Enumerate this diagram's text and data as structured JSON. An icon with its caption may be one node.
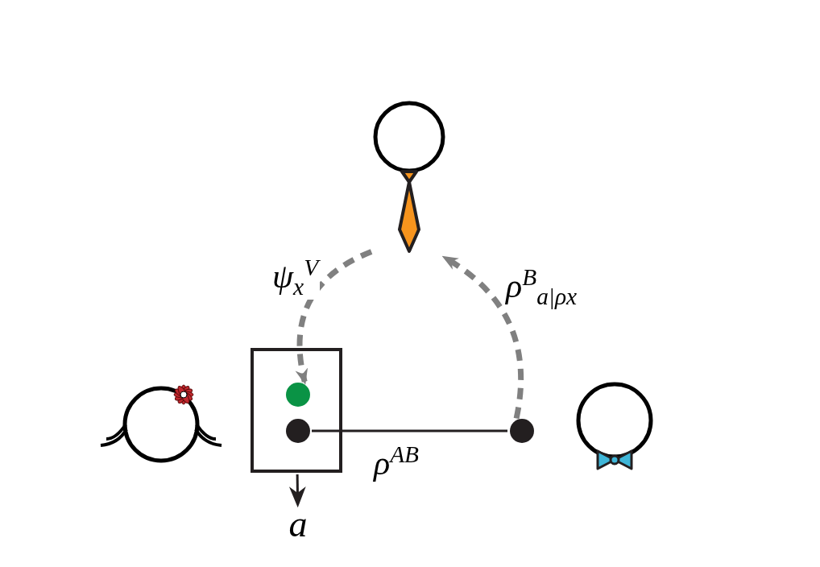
{
  "diagram": {
    "nodes": [
      {
        "text": [],
        "shape": "person"
      },
      {
        "text": [],
        "shape": "person"
      },
      {
        "text": [],
        "shape": "box"
      },
      {
        "text": [],
        "shape": "circle",
        "in": 2
      },
      {
        "text": [],
        "shape": "circle",
        "in": 2
      },
      {
        "text": [],
        "shape": "circle"
      },
      {
        "text": [],
        "shape": "person"
      },
      {
        "text": [
          "a"
        ]
      }
    ],
    "edges": [
      {
        "from": 0,
        "to": 3,
        "arrow": "to",
        "label": "ψ$_{x}$$^{V}$",
        "style": "dashed",
        "color": "#808080"
      },
      {
        "from": 5,
        "to": 0,
        "arrow": "to",
        "label": "ρ$^{B}$$_{a|ρx}$",
        "style": "dashed",
        "color": "#808080"
      },
      {
        "from": 4,
        "to": 5,
        "arrow": "none",
        "label": "ρ$^{AB}$",
        "color": "#231f20"
      },
      {
        "from": 2,
        "to": 7,
        "arrow": "to",
        "color": "#231f20"
      }
    ]
  }
}
